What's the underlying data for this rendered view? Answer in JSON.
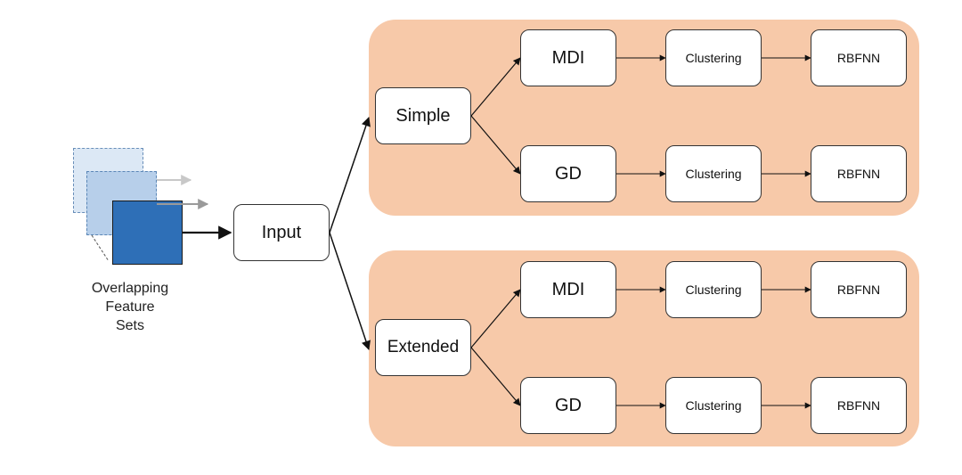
{
  "feature_sets": {
    "label_lines": [
      "Overlapping",
      "Feature",
      "Sets"
    ],
    "colors": {
      "back": "#dce8f5",
      "middle": "#b7cfea",
      "front": "#2e6fb7"
    }
  },
  "input": {
    "label": "Input"
  },
  "branches": [
    {
      "label": "Simple",
      "rows": [
        {
          "method": "MDI",
          "clustering": "Clustering",
          "model": "RBFNN"
        },
        {
          "method": "GD",
          "clustering": "Clustering",
          "model": "RBFNN"
        }
      ]
    },
    {
      "label": "Extended",
      "rows": [
        {
          "method": "MDI",
          "clustering": "Clustering",
          "model": "RBFNN"
        },
        {
          "method": "GD",
          "clustering": "Clustering",
          "model": "RBFNN"
        }
      ]
    }
  ],
  "colors": {
    "panel": "#f7c9a9",
    "box_border": "#333333",
    "arrow": "#111111"
  }
}
